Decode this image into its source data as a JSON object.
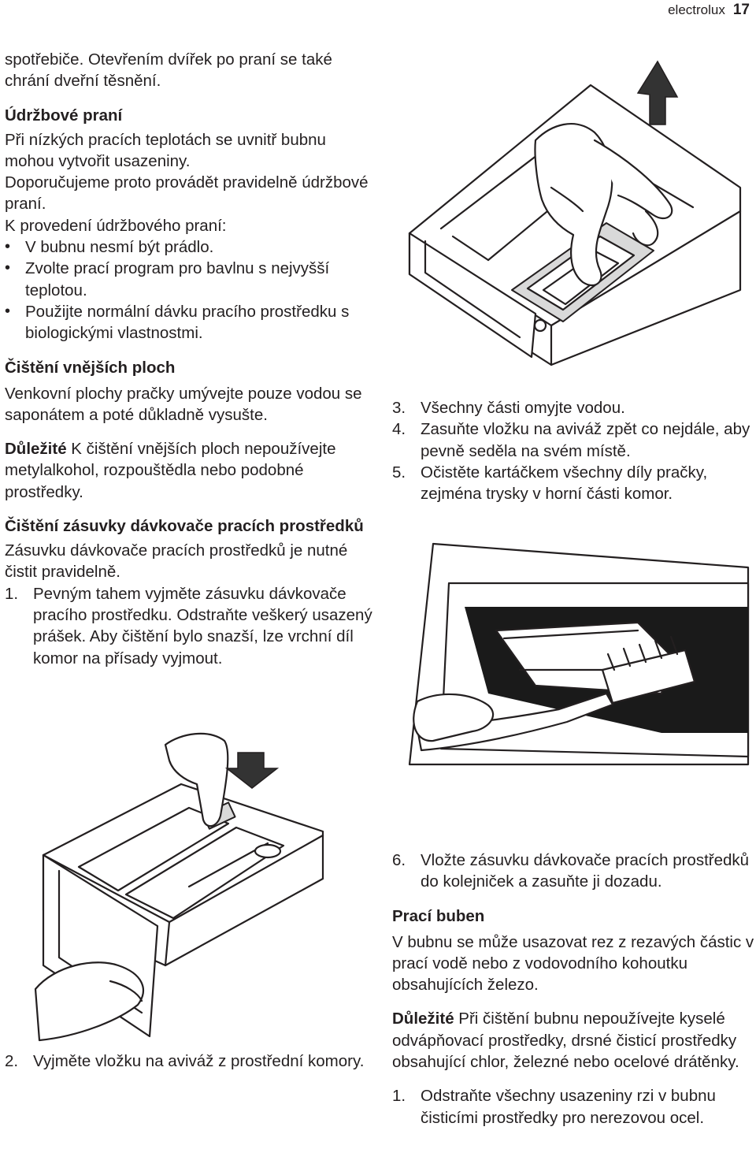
{
  "header": {
    "brand": "electrolux",
    "page_number": "17"
  },
  "left_column": {
    "intro": "spotřebiče. Otevřením dvířek po praní se také chrání dveřní těsnění.",
    "maintenance": {
      "heading": "Údržbové praní",
      "p1": "Při nízkých pracích teplotách se uvnitř bubnu mohou vytvořit usazeniny.",
      "p2": "Doporučujeme proto provádět pravidelně údržbové praní.",
      "p3": "K provedení údržbového praní:",
      "bullets": [
        "V bubnu nesmí být prádlo.",
        "Zvolte prací program pro bavlnu s nejvyšší teplotou.",
        "Použijte normální dávku pracího prostředku s biologickými vlastnostmi."
      ]
    },
    "exterior": {
      "heading": "Čištění vnějších ploch",
      "p1": "Venkovní plochy pračky umývejte pouze vodou se saponátem a poté důkladně vysušte.",
      "important_label": "Důležité",
      "important_text": " K čištění vnějších ploch nepoužívejte metylalkohol, rozpouštědla nebo podobné prostředky."
    },
    "drawer": {
      "heading": "Čištění zásuvky dávkovače pracích prostředků",
      "p1": "Zásuvku dávkovače pracích prostředků je nutné čistit pravidelně.",
      "step1_num": "1.",
      "step1": "Pevným tahem vyjměte zásuvku dávkovače pracího prostředku. Odstraňte veškerý usazený prášek. Aby čištění bylo snazší, lze vrchní díl komor na přísady vyjmout."
    },
    "step2_num": "2.",
    "step2": "Vyjměte vložku na aviváž z prostřední komory."
  },
  "right_column": {
    "steps": [
      {
        "num": "3.",
        "text": "Všechny části omyjte vodou."
      },
      {
        "num": "4.",
        "text": "Zasuňte vložku na aviváž zpět co nejdále, aby pevně seděla na svém místě."
      },
      {
        "num": "5.",
        "text": "Očistěte kartáčkem všechny díly pračky, zejména trysky v horní části komor."
      }
    ],
    "step6_num": "6.",
    "step6": "Vložte zásuvku dávkovače pracích prostředků do kolejniček a zasuňte ji dozadu.",
    "drum": {
      "heading": "Prací buben",
      "p1": "V bubnu se může usazovat rez z rezavých částic v prací vodě nebo z vodovodního kohoutku obsahujících železo.",
      "important_label": "Důležité",
      "important_text": " Při čištění bubnu nepoužívejte kyselé odvápňovací prostředky, drsné čisticí prostředky obsahující chlor, železné nebo ocelové drátěnky.",
      "step1_num": "1.",
      "step1": "Odstraňte všechny usazeniny rzi v bubnu čisticími prostředky pro nerezovou ocel."
    }
  }
}
